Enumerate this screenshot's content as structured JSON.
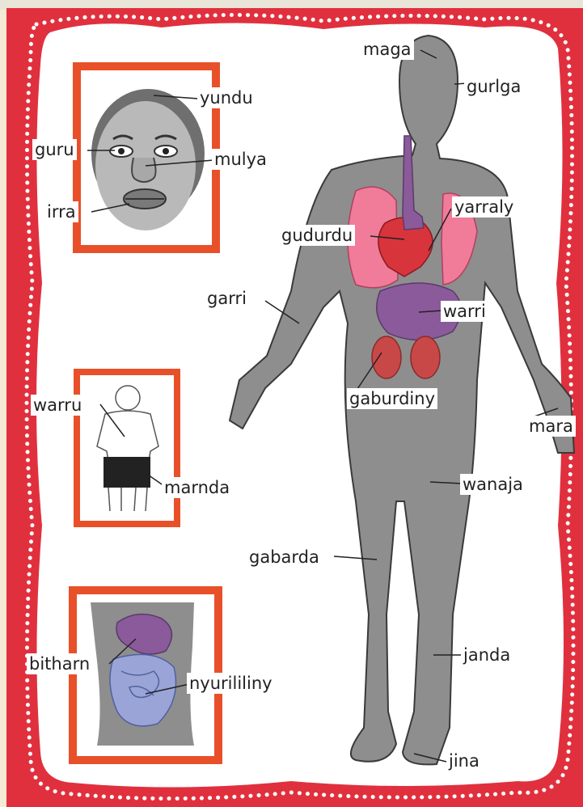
{
  "colors": {
    "border_red": "#e0303e",
    "frame_orange": "#e8502a",
    "skin_grey": "#8e8e8e",
    "lung_pink": "#f07c9a",
    "heart_red": "#d8343c",
    "organ_purple": "#8a5a9a",
    "kidney_red": "#c84848",
    "intestine_blue": "#9aa4d6"
  },
  "labels": {
    "maga": "maga",
    "gurlga": "gurlga",
    "yundu": "yundu",
    "guru": "guru",
    "mulya": "mulya",
    "irra": "irra",
    "yarraly": "yarraly",
    "gudurdu": "gudurdu",
    "garri": "garri",
    "warri": "warri",
    "gaburdiny": "gaburdiny",
    "mara": "mara",
    "warru": "warru",
    "marnda": "marnda",
    "wanaja": "wanaja",
    "gabarda": "gabarda",
    "janda": "janda",
    "bitharn": "bitharn",
    "nyurililiny": "nyurililiny",
    "jina": "jina"
  }
}
